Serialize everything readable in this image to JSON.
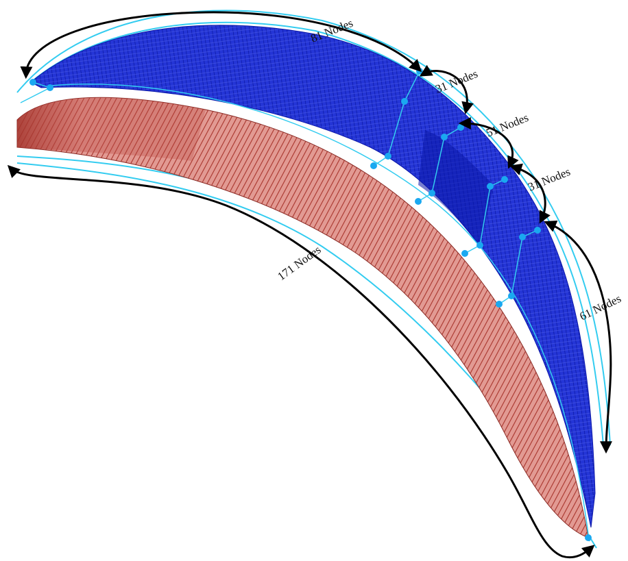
{
  "colors": {
    "background": "#ffffff",
    "suction_block_fill": "#1f2fd0",
    "suction_block_dark": "#0a16a8",
    "pressure_block_fill": "#b8453e",
    "pressure_block_light": "#e8a39e",
    "guide_lines": "#33ccf0",
    "node_points": "#1aa8f0",
    "arrows": "#000000",
    "label_text": "#111111"
  },
  "labels": {
    "edge_81": "81 Nodes",
    "edge_31_a": "31 Nodes",
    "edge_51": "51 Nodes",
    "edge_31_b": "31 Nodes",
    "edge_61": "61 Nodes",
    "edge_171": "171 Nodes"
  }
}
